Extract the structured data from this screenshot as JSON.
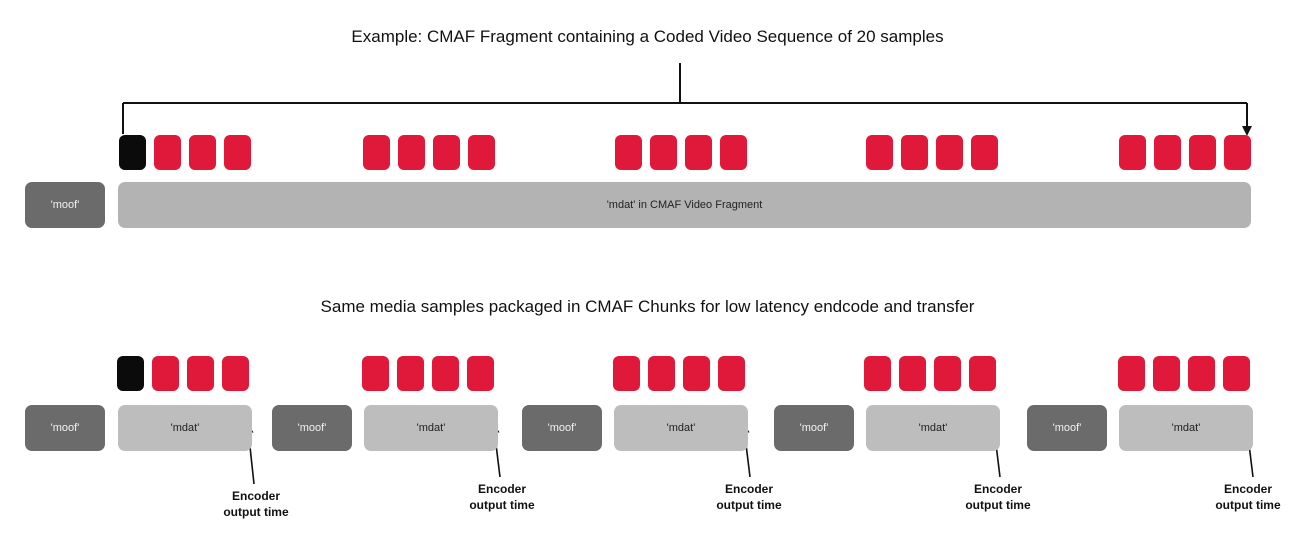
{
  "top": {
    "title": "Example: CMAF Fragment containing a Coded Video Sequence of 20 samples",
    "moof_label": "'moof'",
    "mdat_label": "'mdat' in CMAF Video Fragment"
  },
  "bottom": {
    "title": "Same media samples packaged in CMAF Chunks for low latency endcode and transfer",
    "chunks": [
      {
        "moof_label": "'moof'",
        "mdat_label": "'mdat'",
        "encoder_line1": "Encoder",
        "encoder_line2": "output time"
      },
      {
        "moof_label": "'moof'",
        "mdat_label": "'mdat'",
        "encoder_line1": "Encoder",
        "encoder_line2": "output time"
      },
      {
        "moof_label": "'moof'",
        "mdat_label": "'mdat'",
        "encoder_line1": "Encoder",
        "encoder_line2": "output time"
      },
      {
        "moof_label": "'moof'",
        "mdat_label": "'mdat'",
        "encoder_line1": "Encoder",
        "encoder_line2": "output time"
      },
      {
        "moof_label": "'moof'",
        "mdat_label": "'mdat'",
        "encoder_line1": "Encoder",
        "encoder_line2": "output time"
      }
    ]
  },
  "colors": {
    "sample_red": "#e0183a",
    "sample_key": "#0b0b0b",
    "moof": "#6b6b6b",
    "mdat": "#bdbdbd"
  }
}
